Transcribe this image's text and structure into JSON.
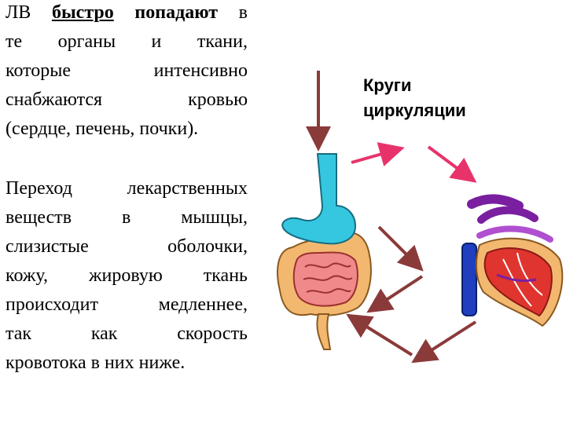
{
  "paragraph1": {
    "line1": {
      "pre": "ЛВ ",
      "fast": "быстро",
      "mid": " ",
      "reach": "попадают",
      "post": " в"
    },
    "line2": "те органы и ткани,",
    "line3": "которые интенсивно",
    "line4": "снабжаются кровью",
    "line5": "(сердце, печень, почки)."
  },
  "paragraph2": {
    "lines": [
      "Переход лекарственных",
      "веществ в мышцы,",
      "слизистые оболочки,",
      "кожу, жировую ткань",
      "происходит медленнее,",
      "так как скорость",
      "кровотока в них ниже."
    ]
  },
  "circulation_title": {
    "line1": "Круги",
    "line2": "циркуляции"
  },
  "colors": {
    "arrow_dark": "#8b3a3a",
    "arrow_pink": "#e8336a",
    "stomach": "#36c7e0",
    "intestine_large": "#f2b870",
    "intestine_small": "#f08a8a",
    "heart": "#e0342e",
    "vessel_blue": "#1f3fbf",
    "vessel_purple": "#7a1fa0"
  },
  "icons": [
    "digestive-tract-icon",
    "heart-icon"
  ]
}
